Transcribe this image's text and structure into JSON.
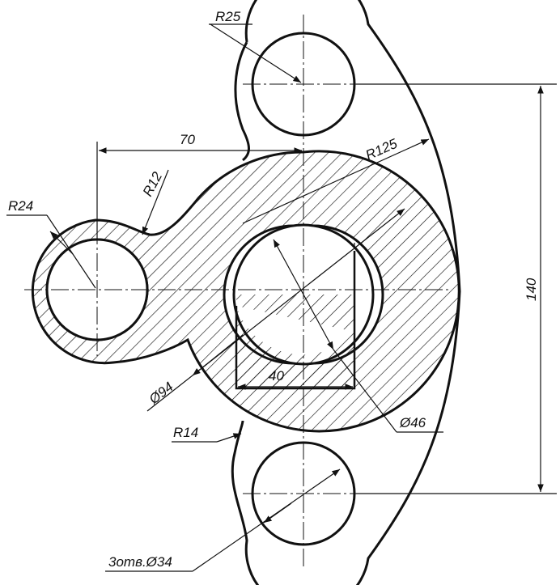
{
  "dimensions": {
    "r25": "R25",
    "r12": "R12",
    "r24": "R24",
    "r125": "R125",
    "r14": "R14",
    "d94": "Ø94",
    "d46": "Ø46",
    "w40": "40",
    "w70": "70",
    "h140": "140",
    "holes": "3отв.Ø34"
  },
  "colors": {
    "line": "#111111",
    "background": "#ffffff"
  }
}
